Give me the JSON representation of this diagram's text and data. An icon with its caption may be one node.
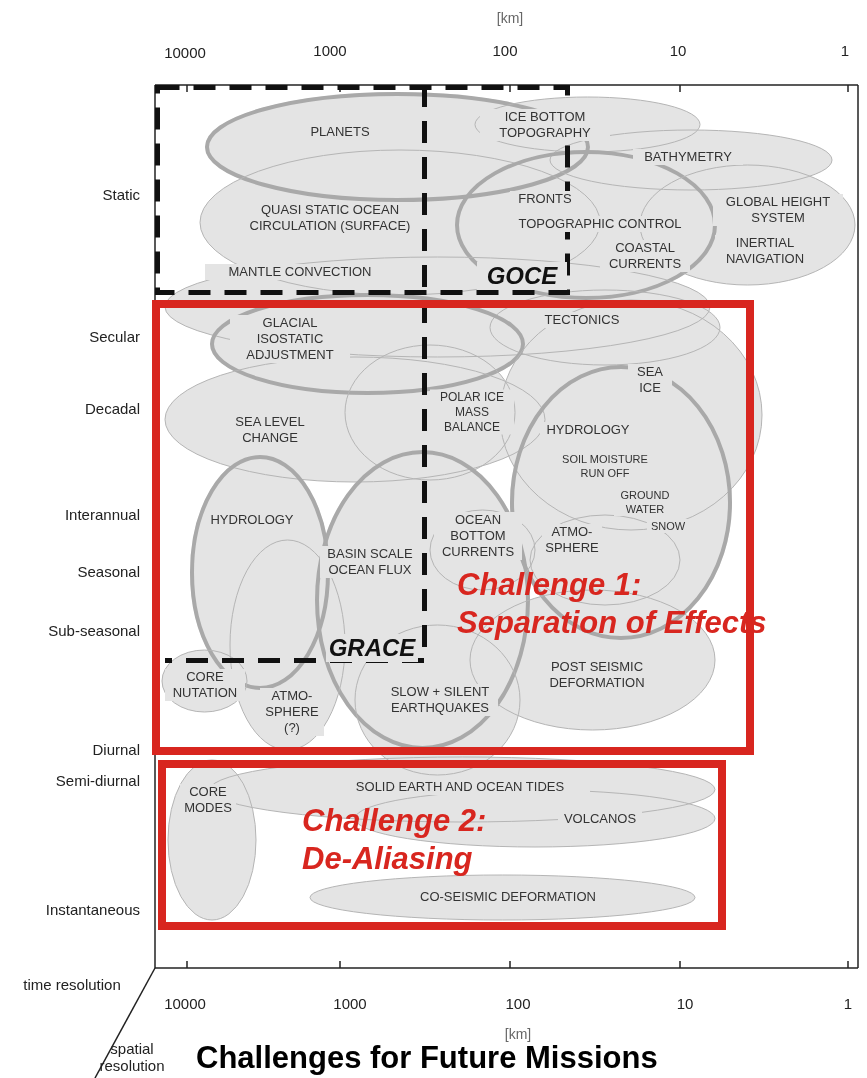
{
  "diagram": {
    "title": "Challenges for Future Missions",
    "nodes": [
      {
        "text": [
          "PLANETS"
        ]
      },
      {
        "text": [
          "ICE BOTTOM TOPOGRAPHY"
        ]
      },
      {
        "text": [
          "BATHYMETRY"
        ]
      },
      {
        "text": [
          "QUASI STATIC OCEAN CIRCULATION (SURFACE)"
        ]
      },
      {
        "text": [
          "FRONTS"
        ]
      },
      {
        "text": [
          "TOPOGRAPHIC CONTROL"
        ]
      },
      {
        "text": [
          "COASTAL CURRENTS"
        ]
      },
      {
        "text": [
          "GLOBAL HEIGHT SYSTEM"
        ]
      },
      {
        "text": [
          "INERTIAL NAVIGATION"
        ]
      },
      {
        "text": [
          "MANTLE CONVECTION"
        ]
      },
      {
        "text": [
          "TECTONICS"
        ]
      },
      {
        "text": [
          "GLACIAL ISOSTATIC ADJUSTMENT"
        ]
      },
      {
        "text": [
          "SEA ICE"
        ]
      },
      {
        "text": [
          "SEA LEVEL CHANGE"
        ]
      },
      {
        "text": [
          "POLAR ICE MASS BALANCE"
        ]
      },
      {
        "text": [
          "HYDROLOGY"
        ]
      },
      {
        "text": [
          "SOIL MOISTURE RUN OFF"
        ]
      },
      {
        "text": [
          "GROUND WATER"
        ]
      },
      {
        "text": [
          "SNOW"
        ]
      },
      {
        "text": [
          "HYDROLOGY"
        ]
      },
      {
        "text": [
          "BASIN SCALE OCEAN FLUX"
        ]
      },
      {
        "text": [
          "OCEAN BOTTOM CURRENTS"
        ]
      },
      {
        "text": [
          "ATMO-SPHERE"
        ]
      },
      {
        "text": [
          "POST SEISMIC DEFORMATION"
        ]
      },
      {
        "text": [
          "CORE NUTATION"
        ]
      },
      {
        "text": [
          "ATMO-SPHERE (?)"
        ]
      },
      {
        "text": [
          "SLOW + SILENT EARTHQUAKES"
        ]
      },
      {
        "text": [
          "SOLID EARTH AND OCEAN TIDES"
        ]
      },
      {
        "text": [
          "CORE MODES"
        ]
      },
      {
        "text": [
          "VOLCANOS"
        ]
      },
      {
        "text": [
          "CO-SEISMIC DEFORMATION"
        ]
      },
      {
        "text": [
          "GOCE"
        ]
      },
      {
        "text": [
          "GRACE"
        ]
      },
      {
        "text": [
          "Challenge 1: Separation of Effects"
        ]
      },
      {
        "text": [
          "Challenge 2: De-Aliasing"
        ]
      }
    ],
    "labels": [
      "[km]",
      "10000",
      "1000",
      "100",
      "10",
      "1",
      "Static",
      "Secular",
      "Decadal",
      "Interannual",
      "Seasonal",
      "Sub-seasonal",
      "Diurnal",
      "Semi-diurnal",
      "Instantaneous",
      "time resolution",
      "10000",
      "1000",
      "100",
      "10",
      "1",
      "spatial resolution",
      "[km]"
    ]
  }
}
